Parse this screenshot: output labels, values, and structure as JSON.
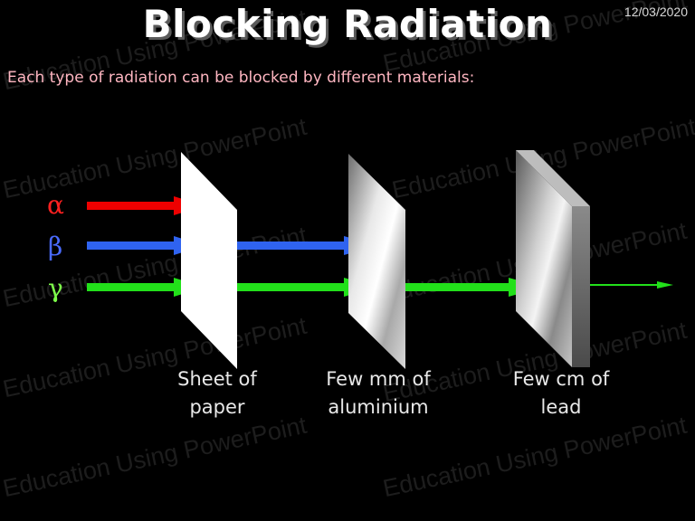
{
  "slide": {
    "title": "Blocking Radiation",
    "date": "12/03/2020",
    "intro": "Each type of radiation can be blocked by different materials:"
  },
  "radiation": [
    {
      "symbol": "α",
      "color": "#ff2020",
      "arrow_color": "#ee0000"
    },
    {
      "symbol": "β",
      "color": "#4a6bff",
      "arrow_color": "#2f63f0"
    },
    {
      "symbol": "γ",
      "color": "#7dff4a",
      "arrow_color": "#22e01a"
    }
  ],
  "barriers": [
    {
      "line1": "Sheet of",
      "line2": "paper"
    },
    {
      "line1": "Few mm of",
      "line2": "aluminium"
    },
    {
      "line1": "Few cm of",
      "line2": "lead"
    }
  ],
  "watermark": "Education Using PowerPoint"
}
